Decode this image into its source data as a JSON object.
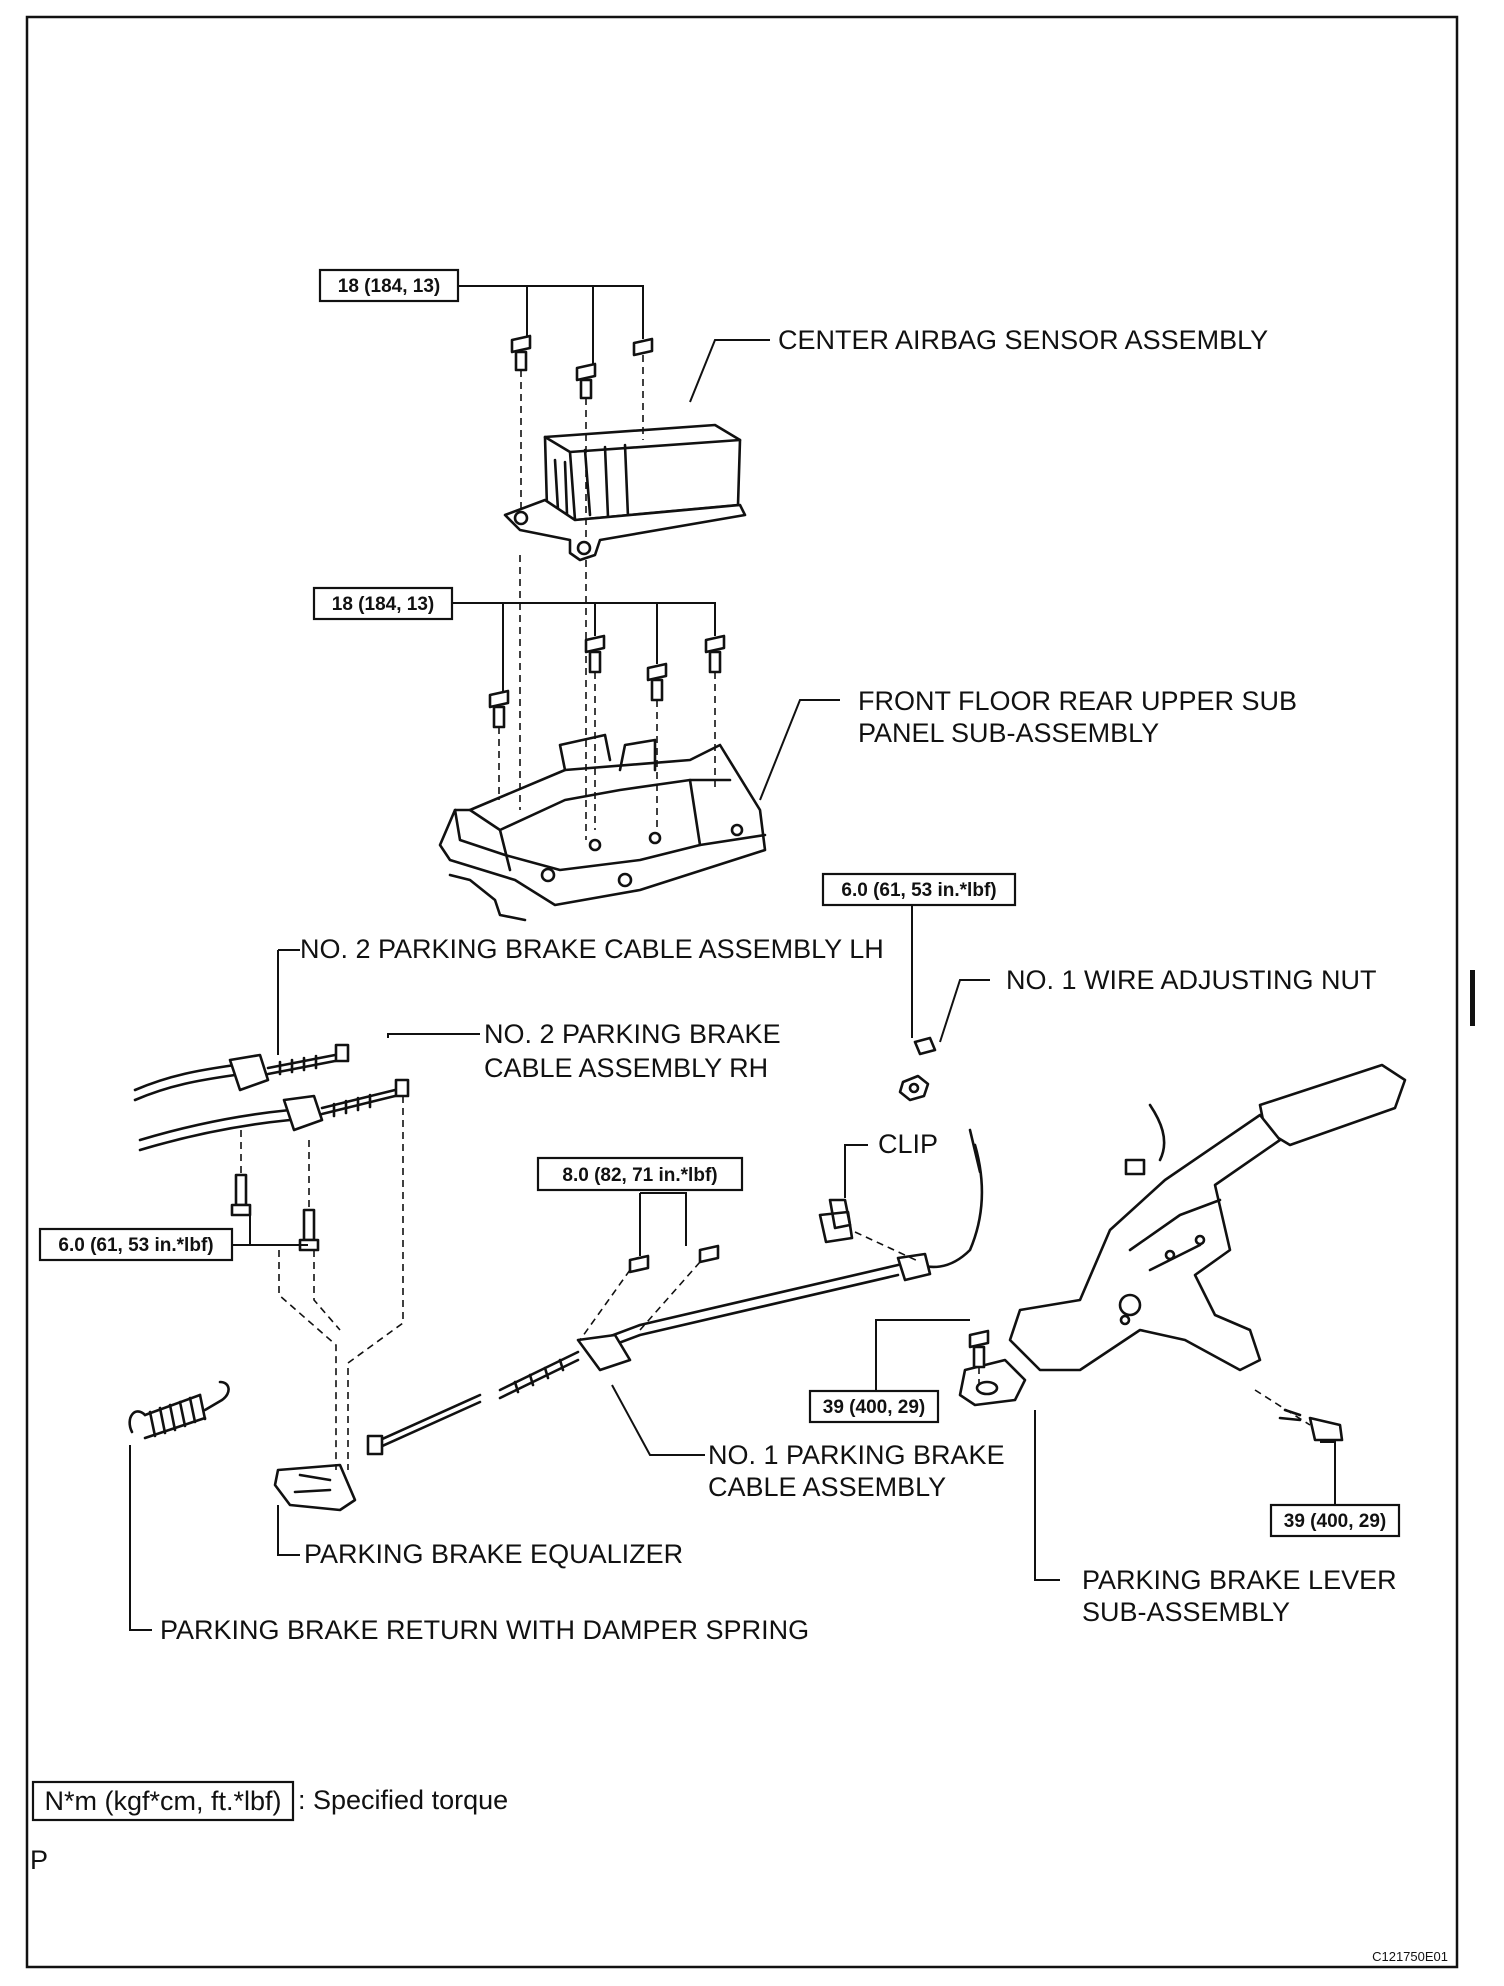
{
  "labels": {
    "center_airbag_sensor": "CENTER AIRBAG SENSOR ASSEMBLY",
    "front_floor_line1": "FRONT FLOOR REAR UPPER SUB",
    "front_floor_line2": "PANEL SUB-ASSEMBLY",
    "cable_lh": "NO. 2 PARKING BRAKE CABLE ASSEMBLY LH",
    "cable_rh_line1": "NO. 2 PARKING BRAKE",
    "cable_rh_line2": "CABLE ASSEMBLY RH",
    "wire_adjusting_nut": "NO. 1 WIRE ADJUSTING NUT",
    "clip": "CLIP",
    "no1_cable_line1": "NO. 1 PARKING BRAKE",
    "no1_cable_line2": "CABLE ASSEMBLY",
    "equalizer": "PARKING BRAKE EQUALIZER",
    "return_spring": "PARKING BRAKE RETURN WITH DAMPER SPRING",
    "lever_line1": "PARKING BRAKE LEVER",
    "lever_line2": "SUB-ASSEMBLY"
  },
  "torques": {
    "sensor_bolts": "18 (184, 13)",
    "panel_bolts": "18 (184, 13)",
    "adjusting_nut": "6.0 (61, 53 in.*lbf)",
    "cable_lh_bolts": "6.0 (61, 53 in.*lbf)",
    "no1_cable_bolts": "8.0 (82, 71 in.*lbf)",
    "lever_bolt_front": "39 (400, 29)",
    "lever_bolt_rear": "39 (400, 29)"
  },
  "legend": {
    "unit": "N*m (kgf*cm, ft.*lbf)",
    "text": ": Specified torque"
  },
  "page_letter": "P",
  "figure_code": "C121750E01"
}
